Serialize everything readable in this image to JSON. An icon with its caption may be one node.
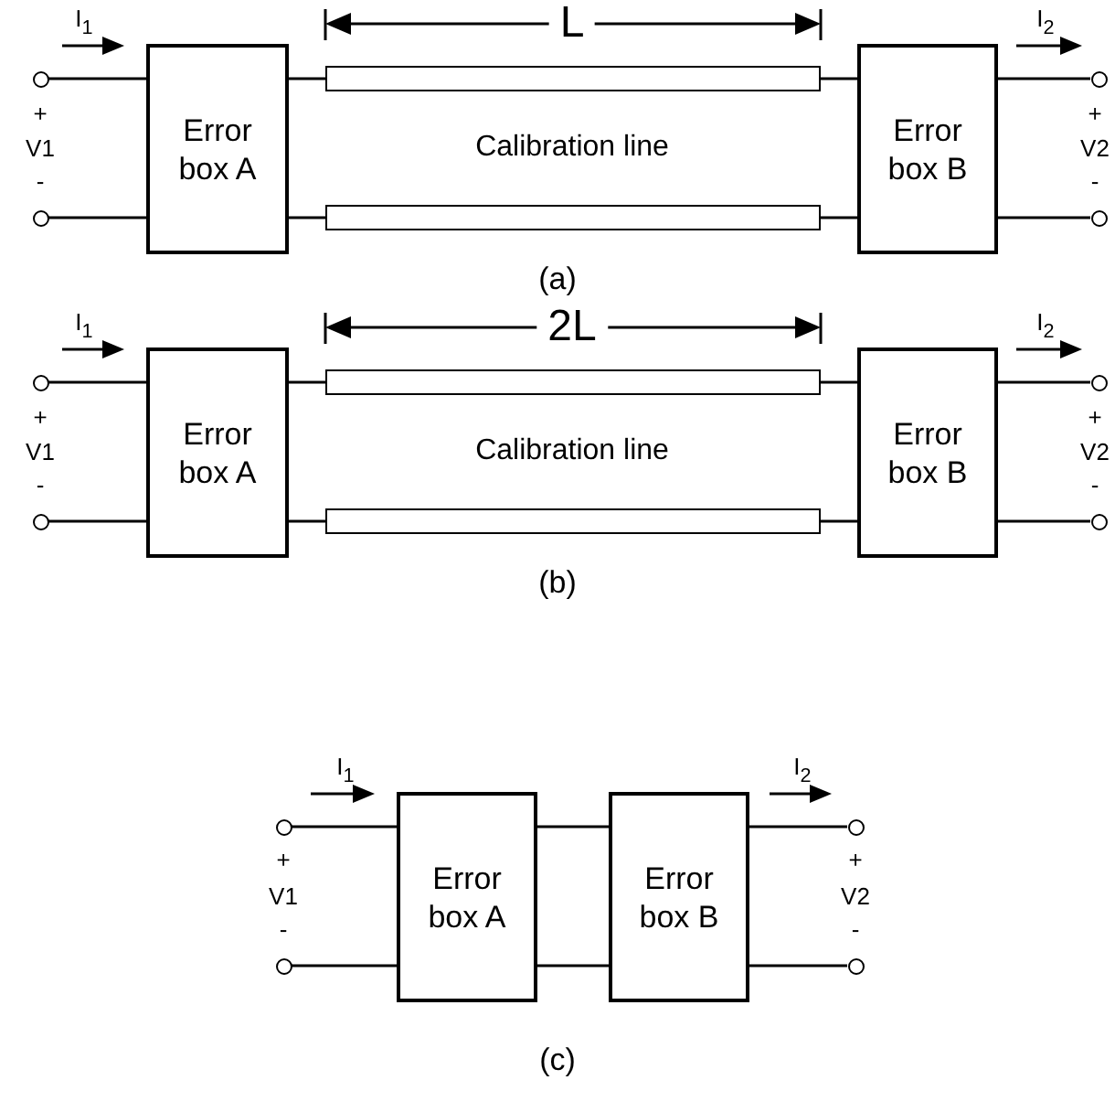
{
  "diagram": {
    "nodes": [
      {
        "text": [],
        "shape": "circle"
      },
      {
        "text": [],
        "shape": "circle"
      },
      {
        "text": [
          "Error box A"
        ]
      },
      {
        "text": [],
        "shape": "box"
      },
      {
        "text": [],
        "shape": "box"
      },
      {
        "text": [
          "Error box B"
        ]
      },
      {
        "text": [],
        "shape": "circle"
      },
      {
        "text": [],
        "shape": "circle"
      },
      {
        "text": [],
        "shape": "circle"
      },
      {
        "text": [],
        "shape": "circle"
      },
      {
        "text": [
          "Error box A"
        ]
      },
      {
        "text": [],
        "shape": "box"
      },
      {
        "text": [],
        "shape": "box"
      },
      {
        "text": [
          "Error box B"
        ]
      },
      {
        "text": [],
        "shape": "circle"
      },
      {
        "text": [],
        "shape": "circle"
      },
      {
        "text": [],
        "shape": "circle"
      },
      {
        "text": [],
        "shape": "circle"
      },
      {
        "text": [
          "Error box A"
        ]
      },
      {
        "text": [
          "Error box B"
        ]
      },
      {
        "text": [],
        "shape": "circle"
      },
      {
        "text": [],
        "shape": "circle"
      }
    ],
    "edges": [
      {
        "from": 0,
        "to": 2,
        "arrow": "none"
      },
      {
        "from": 1,
        "to": 2,
        "arrow": "none"
      },
      {
        "from": 2,
        "to": 3,
        "arrow": "none"
      },
      {
        "from": 2,
        "to": 4,
        "arrow": "none"
      },
      {
        "from": 3,
        "to": 5,
        "arrow": "none"
      },
      {
        "from": 4,
        "to": 5,
        "arrow": "none"
      },
      {
        "from": 5,
        "to": 6,
        "arrow": "none"
      },
      {
        "from": 5,
        "to": 7,
        "arrow": "none"
      },
      {
        "from": 8,
        "to": 10,
        "arrow": "none"
      },
      {
        "from": 9,
        "to": 10,
        "arrow": "none"
      },
      {
        "from": 10,
        "to": 11,
        "arrow": "none"
      },
      {
        "from": 10,
        "to": 12,
        "arrow": "none"
      },
      {
        "from": 11,
        "to": 13,
        "arrow": "none"
      },
      {
        "from": 12,
        "to": 13,
        "arrow": "none"
      },
      {
        "from": 13,
        "to": 14,
        "arrow": "none"
      },
      {
        "from": 13,
        "to": 15,
        "arrow": "none"
      },
      {
        "from": 16,
        "to": 18,
        "arrow": "none"
      },
      {
        "from": 17,
        "to": 18,
        "arrow": "none"
      },
      {
        "from": 18,
        "to": 19,
        "arrow": "none"
      },
      {
        "from": 18,
        "to": 19,
        "arrow": "none"
      },
      {
        "from": 19,
        "to": 20,
        "arrow": "none"
      },
      {
        "from": 19,
        "to": 21,
        "arrow": "none"
      }
    ],
    "labels": [
      "I$_{1}$",
      "L",
      "I$_{2}$",
      "+",
      "V1",
      "-",
      "Calibration line",
      "+",
      "V2",
      "-",
      "(a)",
      "I$_{1}$",
      "2L",
      "I$_{2}$",
      "+",
      "V1",
      "-",
      "Calibration line",
      "+",
      "V2",
      "-",
      "(b)",
      "I$_{1}$",
      "I$_{2}$",
      "+",
      "V1",
      "-",
      "+",
      "V2",
      "-",
      "(c)"
    ]
  }
}
